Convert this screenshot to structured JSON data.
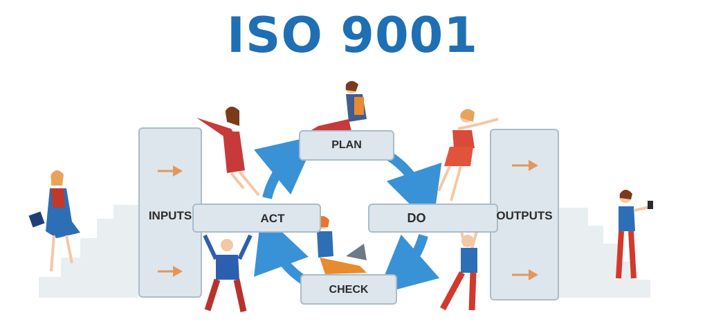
{
  "title": "ISO 9001",
  "cycle": {
    "plan": "PLAN",
    "do": "DO",
    "check": "CHECK",
    "act": "ACT"
  },
  "inputs_label": "INPUTS",
  "outputs_label": "OUTPUTS",
  "colors": {
    "title": "#1f6fb5",
    "cycle_arrow": "#3a92d6",
    "box_fill": "#dde6ec",
    "box_border": "#a9bcc8",
    "flow_arrow": "#e2975c",
    "stairs": "#e9eef1"
  }
}
